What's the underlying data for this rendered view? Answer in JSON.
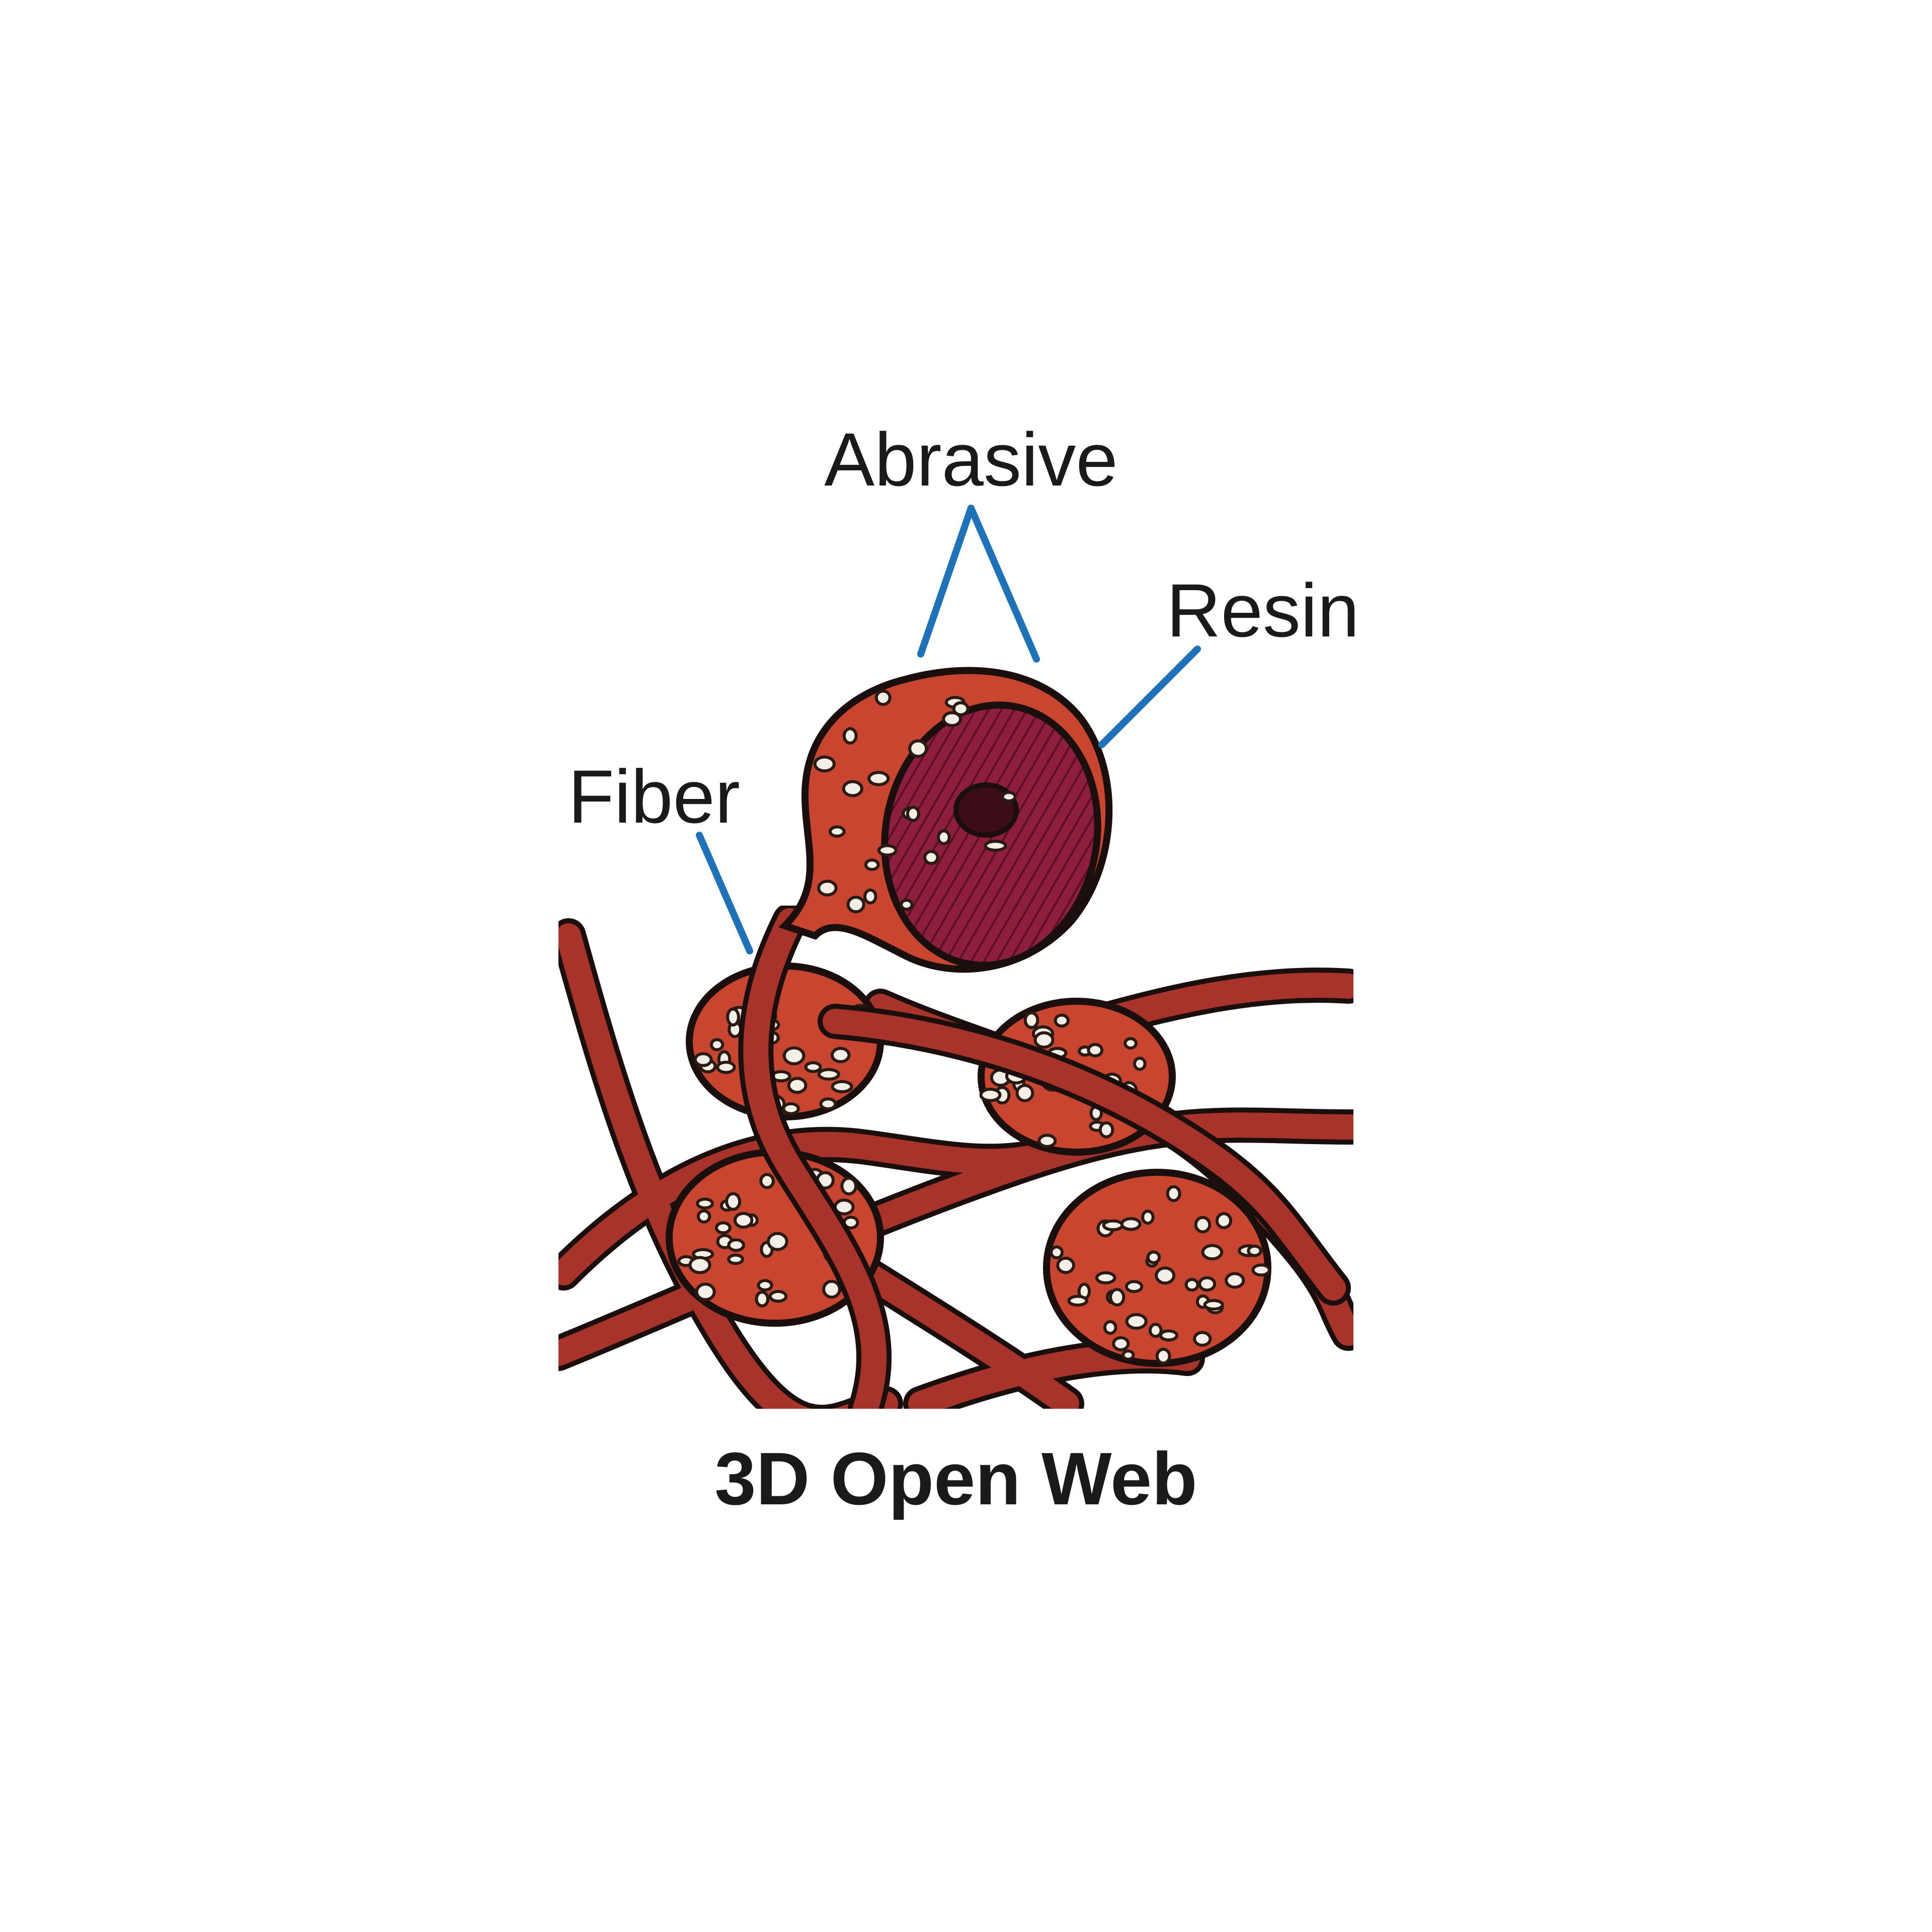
{
  "labels": {
    "abrasive": "Abrasive",
    "resin": "Resin",
    "fiber": "Fiber",
    "caption": "3D Open Web"
  },
  "colors": {
    "background": "#ffffff",
    "fiber": "#a8332a",
    "resin": "#c8452f",
    "cross_section": "#8e1f3c",
    "abrasive_grit": "#f4efe6",
    "leader_lines": "#1d72b8",
    "text": "#1a1a1a"
  }
}
